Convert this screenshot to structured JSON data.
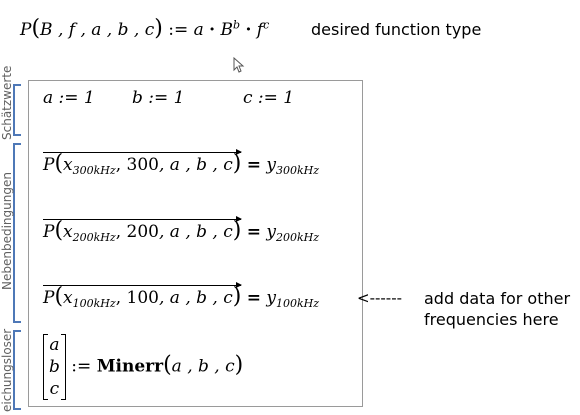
{
  "header": {
    "func_name": "P",
    "func_args": "B , f , a , b , c",
    "assign": ":=",
    "rhs_a": "a",
    "rhs_B": "B",
    "rhs_b": "b",
    "rhs_f": "f",
    "rhs_c": "c",
    "note": "desired function type"
  },
  "guess_values": {
    "label": "Schätzwerte",
    "a": "a := 1",
    "b": "b := 1",
    "c": "c := 1"
  },
  "constraints": {
    "label": "Nebenbedingungen",
    "rows": [
      {
        "x_sub": "300kHz",
        "freq": "300",
        "y_sub": "300kHz"
      },
      {
        "x_sub": "200kHz",
        "freq": "200",
        "y_sub": "200kHz"
      },
      {
        "x_sub": "100kHz",
        "freq": "100",
        "y_sub": "100kHz"
      }
    ],
    "func": "P",
    "x": "x",
    "y": "y",
    "args_tail": ", a , b , c",
    "equals": "="
  },
  "annotation": {
    "arrow": "<------",
    "line1": "add data for other",
    "line2": "frequencies here"
  },
  "solver": {
    "label": "eichungsloser",
    "vec": [
      "a",
      "b",
      "c"
    ],
    "assign": ":=",
    "func": "Minerr",
    "args": "a , b , c"
  }
}
